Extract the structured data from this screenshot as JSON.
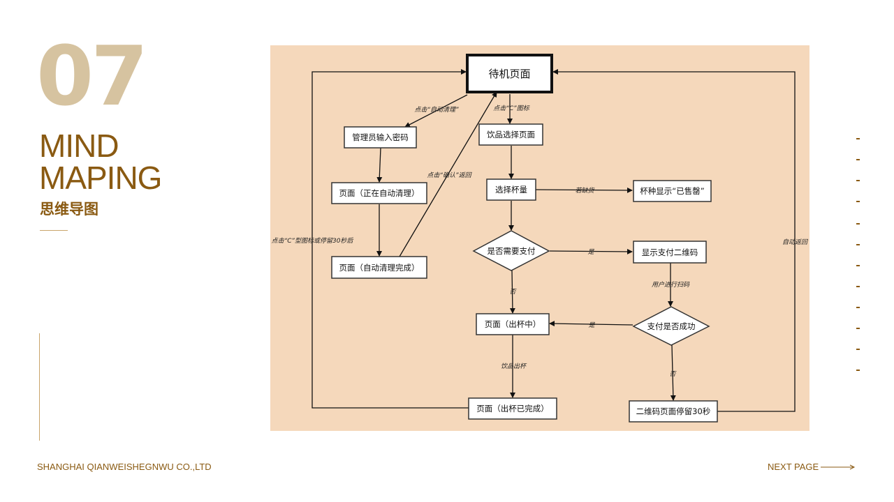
{
  "slide": {
    "number": "07",
    "title_line1": "MIND",
    "title_line2": "MAPING",
    "subtitle": "思维导图",
    "company": "SHANGHAI QIANWEISHEGNWU CO.,LTD",
    "next_label": "NEXT PAGE"
  },
  "colors": {
    "accent": "#8a5a12",
    "number": "#d6c3a0",
    "diagram_bg": "#f5d8bb"
  },
  "flowchart": {
    "nodes": {
      "standby": "待机页面",
      "admin_password": "管理员输入密码",
      "cleaning": "页面（正在自动清理）",
      "cleaning_done": "页面（自动清理完成）",
      "drink_select": "饮品选择页面",
      "cup_select": "选择杯量",
      "sold_out": "杯种显示“已售罄”",
      "need_pay": "是否需要支付",
      "show_qr": "显示支付二维码",
      "pay_success": "支付是否成功",
      "dispensing": "页面（出杯中）",
      "dispense_done": "页面（出杯已完成）",
      "qr_stay": "二维码页面停留30秒"
    },
    "edges": {
      "tap_auto_clean": "点击“自动清理”",
      "tap_c_icon": "点击“C”图标",
      "confirm_return": "点击“确认”返回",
      "out_of_stock": "若缺货",
      "yes_pay": "是",
      "no_pay": "否",
      "user_scan": "用户进行扫码",
      "yes_success": "是",
      "no_success": "否",
      "drink_out": "饮品出杯",
      "left_return": "点击“C”型图标或停留30秒后",
      "auto_return": "自动返回"
    }
  }
}
